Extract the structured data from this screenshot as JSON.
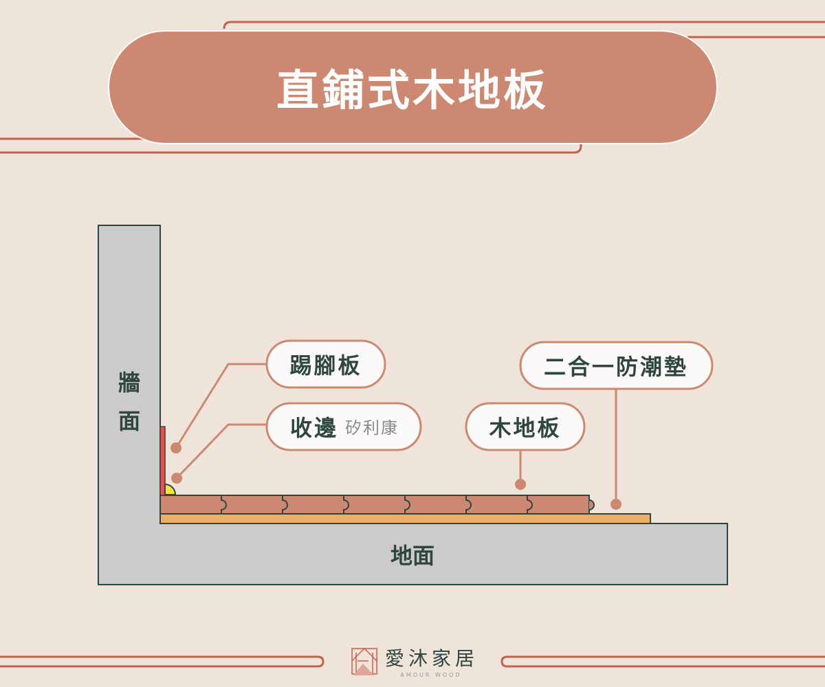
{
  "title": "直鋪式木地板",
  "wall_label_1": "牆",
  "wall_label_2": "面",
  "floor_label": "地面",
  "callouts": {
    "baseboard": "踢腳板",
    "trim": "收邊",
    "trim_note": "矽利康",
    "flooring": "木地板",
    "underlay": "二合一防潮墊"
  },
  "logo": {
    "name": "愛沐家居",
    "subtitle": "AMOUR WOOD"
  },
  "colors": {
    "accent": "#cc8870",
    "line": "#c5604f",
    "wall": "#cbcbcb",
    "plank": "#cc8870",
    "underlay": "#edb065",
    "baseboard": "#e8504a",
    "silicone": "#f2e43a"
  }
}
